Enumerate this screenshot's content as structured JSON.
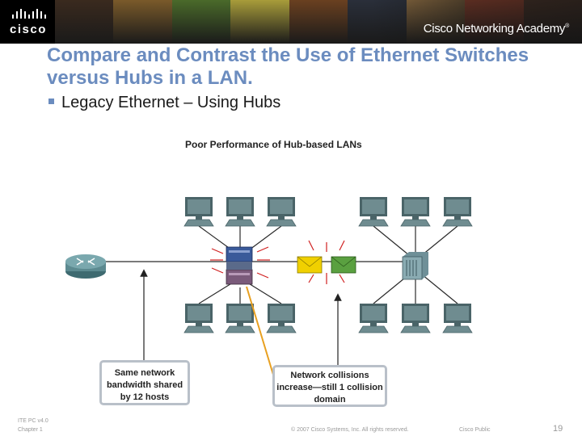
{
  "header": {
    "brand": "cisco",
    "academy_name": "Cisco Networking Academy",
    "academy_mark": "®",
    "photo_colors": [
      "#3a2a1e",
      "#7a5a2a",
      "#4a6a2a",
      "#a89c3a",
      "#6a4020",
      "#2a2f3a",
      "#8a6a40",
      "#b04a30",
      "#5a3a2a"
    ]
  },
  "slide": {
    "title": "Compare and Contrast the Use of Ethernet Switches versus Hubs in a LAN.",
    "bullet": "Legacy Ethernet – Using Hubs"
  },
  "diagram": {
    "title": "Poor Performance of Hub-based LANs",
    "callout_bandwidth": [
      "Same network",
      "bandwidth shared",
      "by 12 hosts"
    ],
    "callout_collisions": [
      "Network collisions",
      "increase—still 1 collision",
      "domain"
    ],
    "colors": {
      "monitor": "#6f8c90",
      "monitor_dark": "#4a6468",
      "router": "#5c8a90",
      "hub_blue": "#3a5a9a",
      "hub_purple": "#7a5a7a",
      "envelope_yellow": "#f0d000",
      "envelope_green": "#5aa040",
      "arrow_yellow": "#e8a020",
      "line": "#2a2a2a",
      "spark": "#d02020"
    }
  },
  "footer": {
    "course": "ITE PC v4.0",
    "chapter": "Chapter 1",
    "copyright": "© 2007 Cisco Systems, Inc. All rights reserved.",
    "classification": "Cisco Public",
    "page": "19"
  }
}
